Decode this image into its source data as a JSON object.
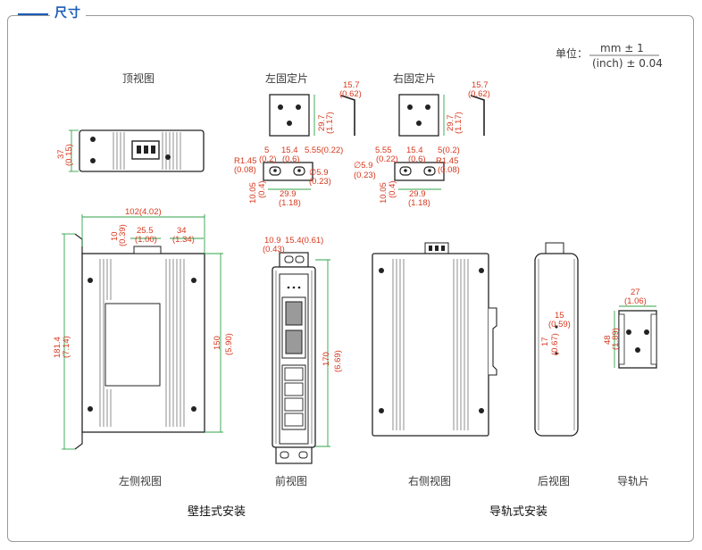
{
  "section_title": "尺寸",
  "unit_note": {
    "label": "单位：",
    "mm": "mm ± 1",
    "inch": "(inch) ± 0.04"
  },
  "captions": {
    "top_view": "顶视图",
    "left_bracket": "左固定片",
    "right_bracket": "右固定片",
    "left_view": "左侧视图",
    "front_view": "前视图",
    "right_view": "右侧视图",
    "back_view": "后视图",
    "rail_clip": "导轨片",
    "wall_mount": "壁挂式安装",
    "din_mount": "导轨式安装"
  },
  "dims": {
    "top_37": "37",
    "top_015": "(0.15)",
    "lb_157": "15.7",
    "lb_062": "(0.62)",
    "lb_297": "29.7",
    "lb_117": "(1.17)",
    "lb_5": "5",
    "lb_02": "(0.2)",
    "lb_154": "15.4",
    "lb_06": "(0.6)",
    "lb_555": "5.55(0.22)",
    "lb_r145": "R1.45",
    "lb_008": "(0.08)",
    "lb_d59": "∅5.9",
    "lb_023": "(0.23)",
    "lb_1005": "10.05",
    "lb_04": "(0.4)",
    "lb_299": "29.9",
    "lb_118": "(1.18)",
    "rb_157": "15.7",
    "rb_062": "(0.62)",
    "rb_297": "29.7",
    "rb_117": "(1.17)",
    "rb_555": "5.55",
    "rb_022": "(0.22)",
    "rb_154": "15.4",
    "rb_06": "(0.6)",
    "rb_502": "5(0.2)",
    "rb_r145": "R1.45",
    "rb_008": "(0.08)",
    "rb_d59": "∅5.9",
    "rb_023": "(0.23)",
    "rb_1005": "10.05",
    "rb_04": "(0.4)",
    "rb_299": "29.9",
    "rb_118": "(1.18)",
    "lv_102": "102(4.02)",
    "lv_10": "10",
    "lv_039": "(0.39)",
    "lv_255": "25.5",
    "lv_100": "(1.00)",
    "lv_34": "34",
    "lv_134": "(1.34)",
    "lv_1814": "181.4",
    "lv_714": "(7.14)",
    "lv_150": "150",
    "lv_590": "(5.90)",
    "fv_109": "10.9",
    "fv_043": "(0.43)",
    "fv_154": "15.4(0.61)",
    "fv_170": "170",
    "fv_669": "(6.69)",
    "bv_15": "15",
    "bv_059": "(0.59)",
    "bv_17": "17",
    "bv_067": "(0.67)",
    "rc_27": "27",
    "rc_106": "(1.06)",
    "rc_48": "48",
    "rc_189": "(1.89)"
  }
}
